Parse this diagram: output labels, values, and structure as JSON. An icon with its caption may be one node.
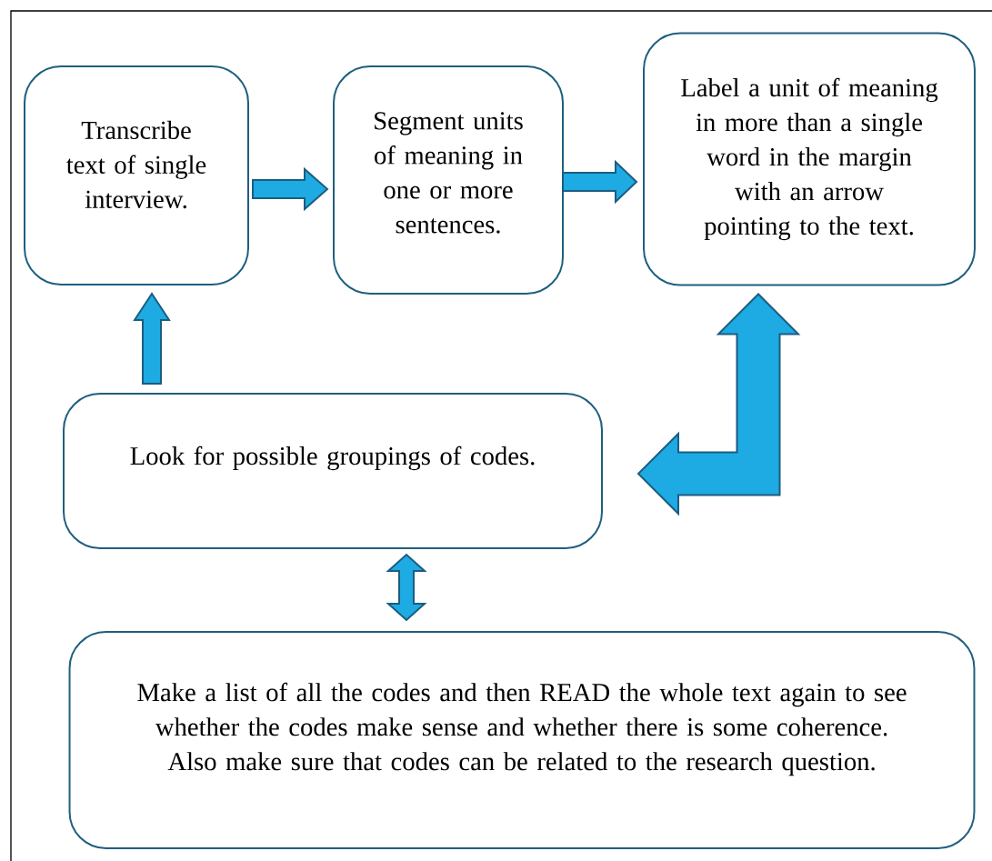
{
  "diagram": {
    "nodes": [
      {
        "text": [
          "Transcribe text of single interview."
        ]
      },
      {
        "text": [
          "Segment units of meaning in one or more sentences."
        ]
      },
      {
        "text": [
          "Label a unit of meaning in more than a single word in the margin with an arrow pointing to the text."
        ]
      },
      {
        "text": [
          "Look for possible groupings of codes."
        ]
      },
      {
        "text": [
          "Make a list of all the codes and then READ the whole text again to see whether the codes make sense and whether there is some coherence. Also make sure that codes can be related to the research question."
        ]
      }
    ],
    "edges": [
      {
        "from": 0,
        "to": 1,
        "arrow": "to"
      },
      {
        "from": 1,
        "to": 2,
        "arrow": "to"
      },
      {
        "from": 3,
        "to": 0,
        "arrow": "to"
      },
      {
        "from": 3,
        "to": 2,
        "arrow": "both"
      },
      {
        "from": 3,
        "to": 4,
        "arrow": "both"
      }
    ]
  }
}
